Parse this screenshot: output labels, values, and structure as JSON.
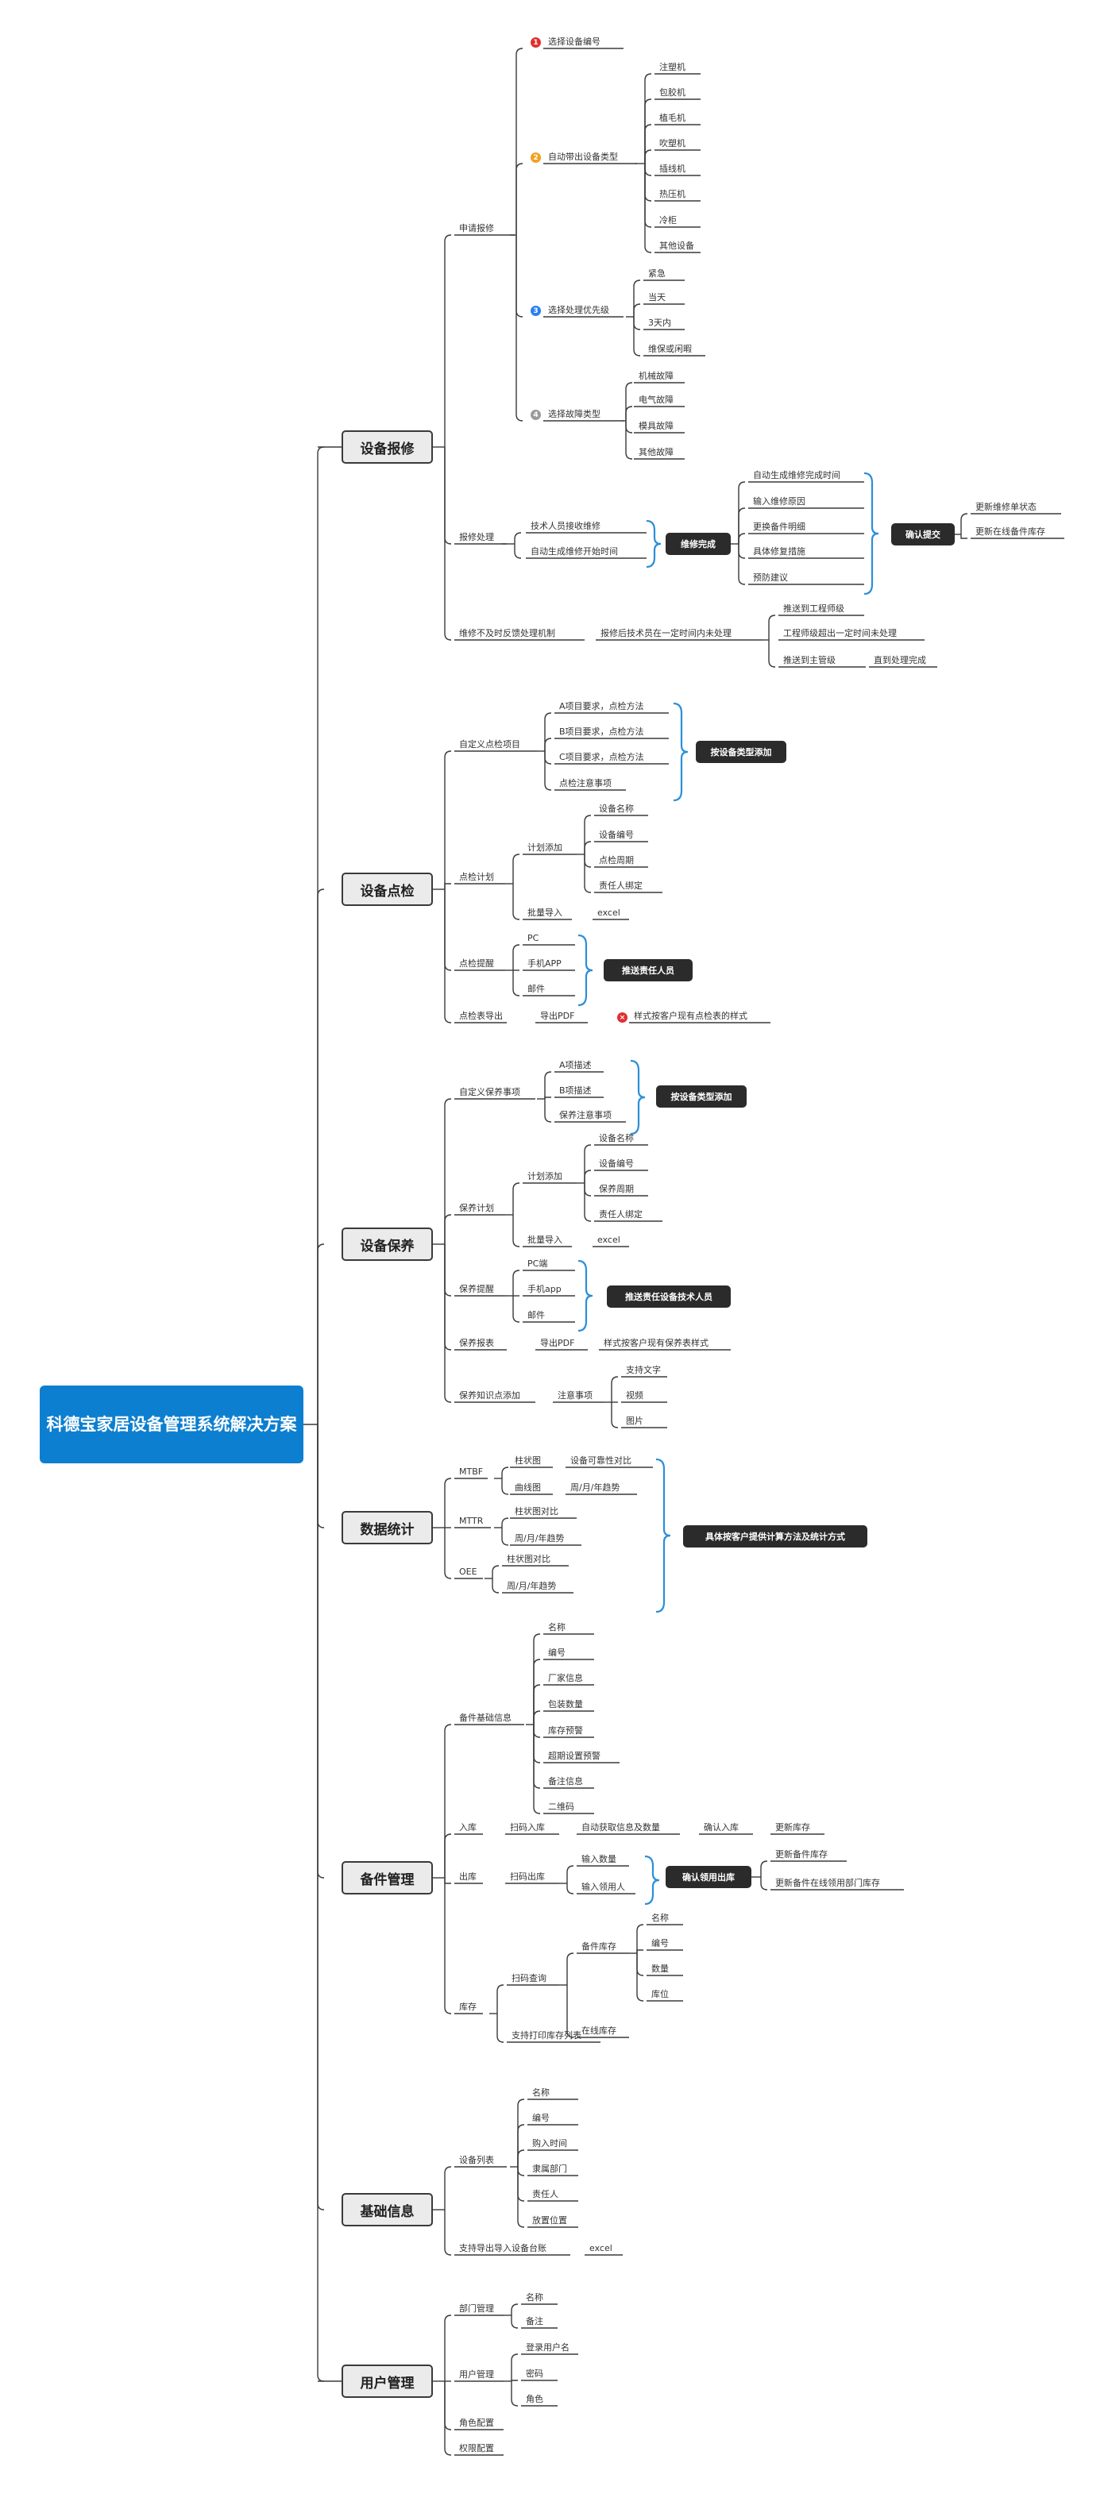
{
  "root": "科德宝家居设备管理系统解决方案",
  "colors": {
    "root": "#0c7fd0",
    "line": "#3a3a3a",
    "brace": "#2a8fd8",
    "num1": "#e03030",
    "num2": "#f2a11e",
    "num3": "#2a7ff0",
    "num4": "#9a9a9a",
    "warn": "#e03030"
  },
  "categories": [
    {
      "name": "设备报修",
      "color": "#ebebeb"
    },
    {
      "name": "设备点检",
      "color": "#ebebeb"
    },
    {
      "name": "设备保养",
      "color": "#ebebeb"
    },
    {
      "name": "数据统计",
      "color": "#ebebeb"
    },
    {
      "name": "备件管理",
      "color": "#ebebeb"
    },
    {
      "name": "基础信息",
      "color": "#ebebeb"
    },
    {
      "name": "用户管理",
      "color": "#ebebeb"
    }
  ],
  "repair": {
    "apply": "申请报修",
    "steps": [
      "选择设备编号",
      "自动带出设备类型",
      "选择处理优先级",
      "选择故障类型"
    ],
    "step_numbers": [
      "1",
      "2",
      "3",
      "4"
    ],
    "device_types": [
      "注塑机",
      "包胶机",
      "植毛机",
      "吹塑机",
      "插线机",
      "热压机",
      "冷柜",
      "其他设备"
    ],
    "priorities": [
      "紧急",
      "当天",
      "3天内",
      "维保或闲暇"
    ],
    "fault_types": [
      "机械故障",
      "电气故障",
      "模具故障",
      "其他故障"
    ],
    "process": "报修处理",
    "process_items": [
      "技术人员接收维修",
      "自动生成维修开始时间"
    ],
    "repair_done": "维修完成",
    "done_items": [
      "自动生成维修完成时间",
      "输入维修原因",
      "更换备件明细",
      "具体修复措施",
      "预防建议"
    ],
    "confirm": "确认提交",
    "confirm_items": [
      "更新维修单状态",
      "更新在线备件库存"
    ],
    "feedback": "维修不及时反馈处理机制",
    "feedback_item": "报修后技术员在一定时间内未处理",
    "push_engineer": "推送到工程师级",
    "engineer_timeout": "工程师级超出一定时间未处理",
    "push_manager": "推送到主管级",
    "until_done": "直到处理完成"
  },
  "inspect": {
    "custom": "自定义点检项目",
    "items": [
      "A项目要求，点检方法",
      "B项目要求，点检方法",
      "C项目要求，点检方法",
      "点检注意事项"
    ],
    "by_type": "按设备类型添加",
    "plan": "点检计划",
    "plan_add": "计划添加",
    "plan_fields": [
      "设备名称",
      "设备编号",
      "点检周期",
      "责任人绑定"
    ],
    "batch": "批量导入",
    "excel": "excel",
    "remind": "点检提醒",
    "remind_channels": [
      "PC",
      "手机APP",
      "邮件"
    ],
    "push_person": "推送责任人员",
    "export": "点检表导出",
    "export_pdf": "导出PDF",
    "export_note": "样式按客户现有点检表的样式"
  },
  "maint": {
    "custom": "自定义保养事项",
    "items": [
      "A项描述",
      "B项描述",
      "保养注意事项"
    ],
    "by_type": "按设备类型添加",
    "plan": "保养计划",
    "plan_add": "计划添加",
    "plan_fields": [
      "设备名称",
      "设备编号",
      "保养周期",
      "责任人绑定"
    ],
    "batch": "批量导入",
    "excel": "excel",
    "remind": "保养提醒",
    "remind_channels": [
      "PC端",
      "手机app",
      "邮件"
    ],
    "push_person": "推送责任设备技术人员",
    "report": "保养报表",
    "report_pdf": "导出PDF",
    "report_note": "样式按客户现有保养表样式",
    "knowledge": "保养知识点添加",
    "notes": "注意事项",
    "note_items": [
      "支持文字",
      "视频",
      "图片"
    ]
  },
  "stats": {
    "mtbf": "MTBF",
    "mtbf_items": [
      "柱状图",
      "曲线图"
    ],
    "mtbf_details": [
      "设备可靠性对比",
      "周/月/年趋势"
    ],
    "mttr": "MTTR",
    "mttr_items": [
      "柱状图对比",
      "周/月/年趋势"
    ],
    "oee": "OEE",
    "oee_items": [
      "柱状图对比",
      "周/月/年趋势"
    ],
    "note": "具体按客户提供计算方法及统计方式"
  },
  "spare": {
    "base": "备件基础信息",
    "base_items": [
      "名称",
      "编号",
      "厂家信息",
      "包装数量",
      "库存预警",
      "超期设置预警",
      "备注信息",
      "二维码"
    ],
    "in": "入库",
    "scan_in": "扫码入库",
    "auto_get": "自动获取信息及数量",
    "confirm_in": "确认入库",
    "update_stock": "更新库存",
    "out": "出库",
    "scan_out": "扫码出库",
    "out_inputs": [
      "输入数量",
      "输入领用人"
    ],
    "confirm_out": "确认领用出库",
    "out_updates": [
      "更新备件库存",
      "更新备件在线领用部门库存"
    ],
    "stock": "库存",
    "scan_query": "扫码查询",
    "spare_stock": "备件库存",
    "stock_fields": [
      "名称",
      "编号",
      "数量",
      "库位"
    ],
    "online_stock": "在线库存",
    "print_list": "支持打印库存列表"
  },
  "basic": {
    "list": "设备列表",
    "list_fields": [
      "名称",
      "编号",
      "购入时间",
      "隶属部门",
      "责任人",
      "放置位置"
    ],
    "import": "支持导出导入设备台账",
    "excel": "excel"
  },
  "users": {
    "dept": "部门管理",
    "dept_fields": [
      "名称",
      "备注"
    ],
    "user": "用户管理",
    "user_fields": [
      "登录用户名",
      "密码",
      "角色"
    ],
    "role": "角色配置",
    "perm": "权限配置"
  }
}
